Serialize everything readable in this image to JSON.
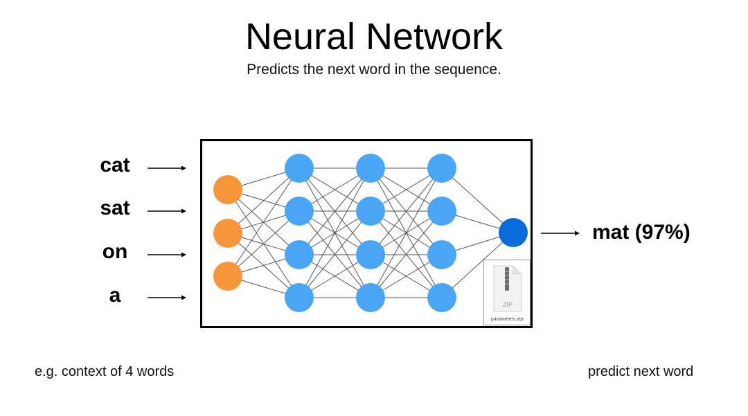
{
  "header": {
    "title": "Neural Network",
    "subtitle": "Predicts the next word in the sequence."
  },
  "inputs": {
    "words": [
      "cat",
      "sat",
      "on",
      "a"
    ],
    "caption": "e.g. context of 4 words"
  },
  "network": {
    "layers": [
      {
        "role": "input",
        "nodes": 3,
        "color": "#F7953B"
      },
      {
        "role": "hidden",
        "nodes": 4,
        "color": "#4AA6F5"
      },
      {
        "role": "hidden",
        "nodes": 4,
        "color": "#4AA6F5"
      },
      {
        "role": "hidden",
        "nodes": 4,
        "color": "#4AA6F5"
      },
      {
        "role": "output",
        "nodes": 1,
        "color": "#0A6BDB"
      }
    ],
    "edge_color": "#555555",
    "parameters_file": {
      "icon": "zip-file-icon",
      "extension": "ZIP",
      "filename": "parameters.zip"
    }
  },
  "output": {
    "prediction": "mat (97%)",
    "word": "mat",
    "probability_percent": 97,
    "caption": "predict next word"
  }
}
